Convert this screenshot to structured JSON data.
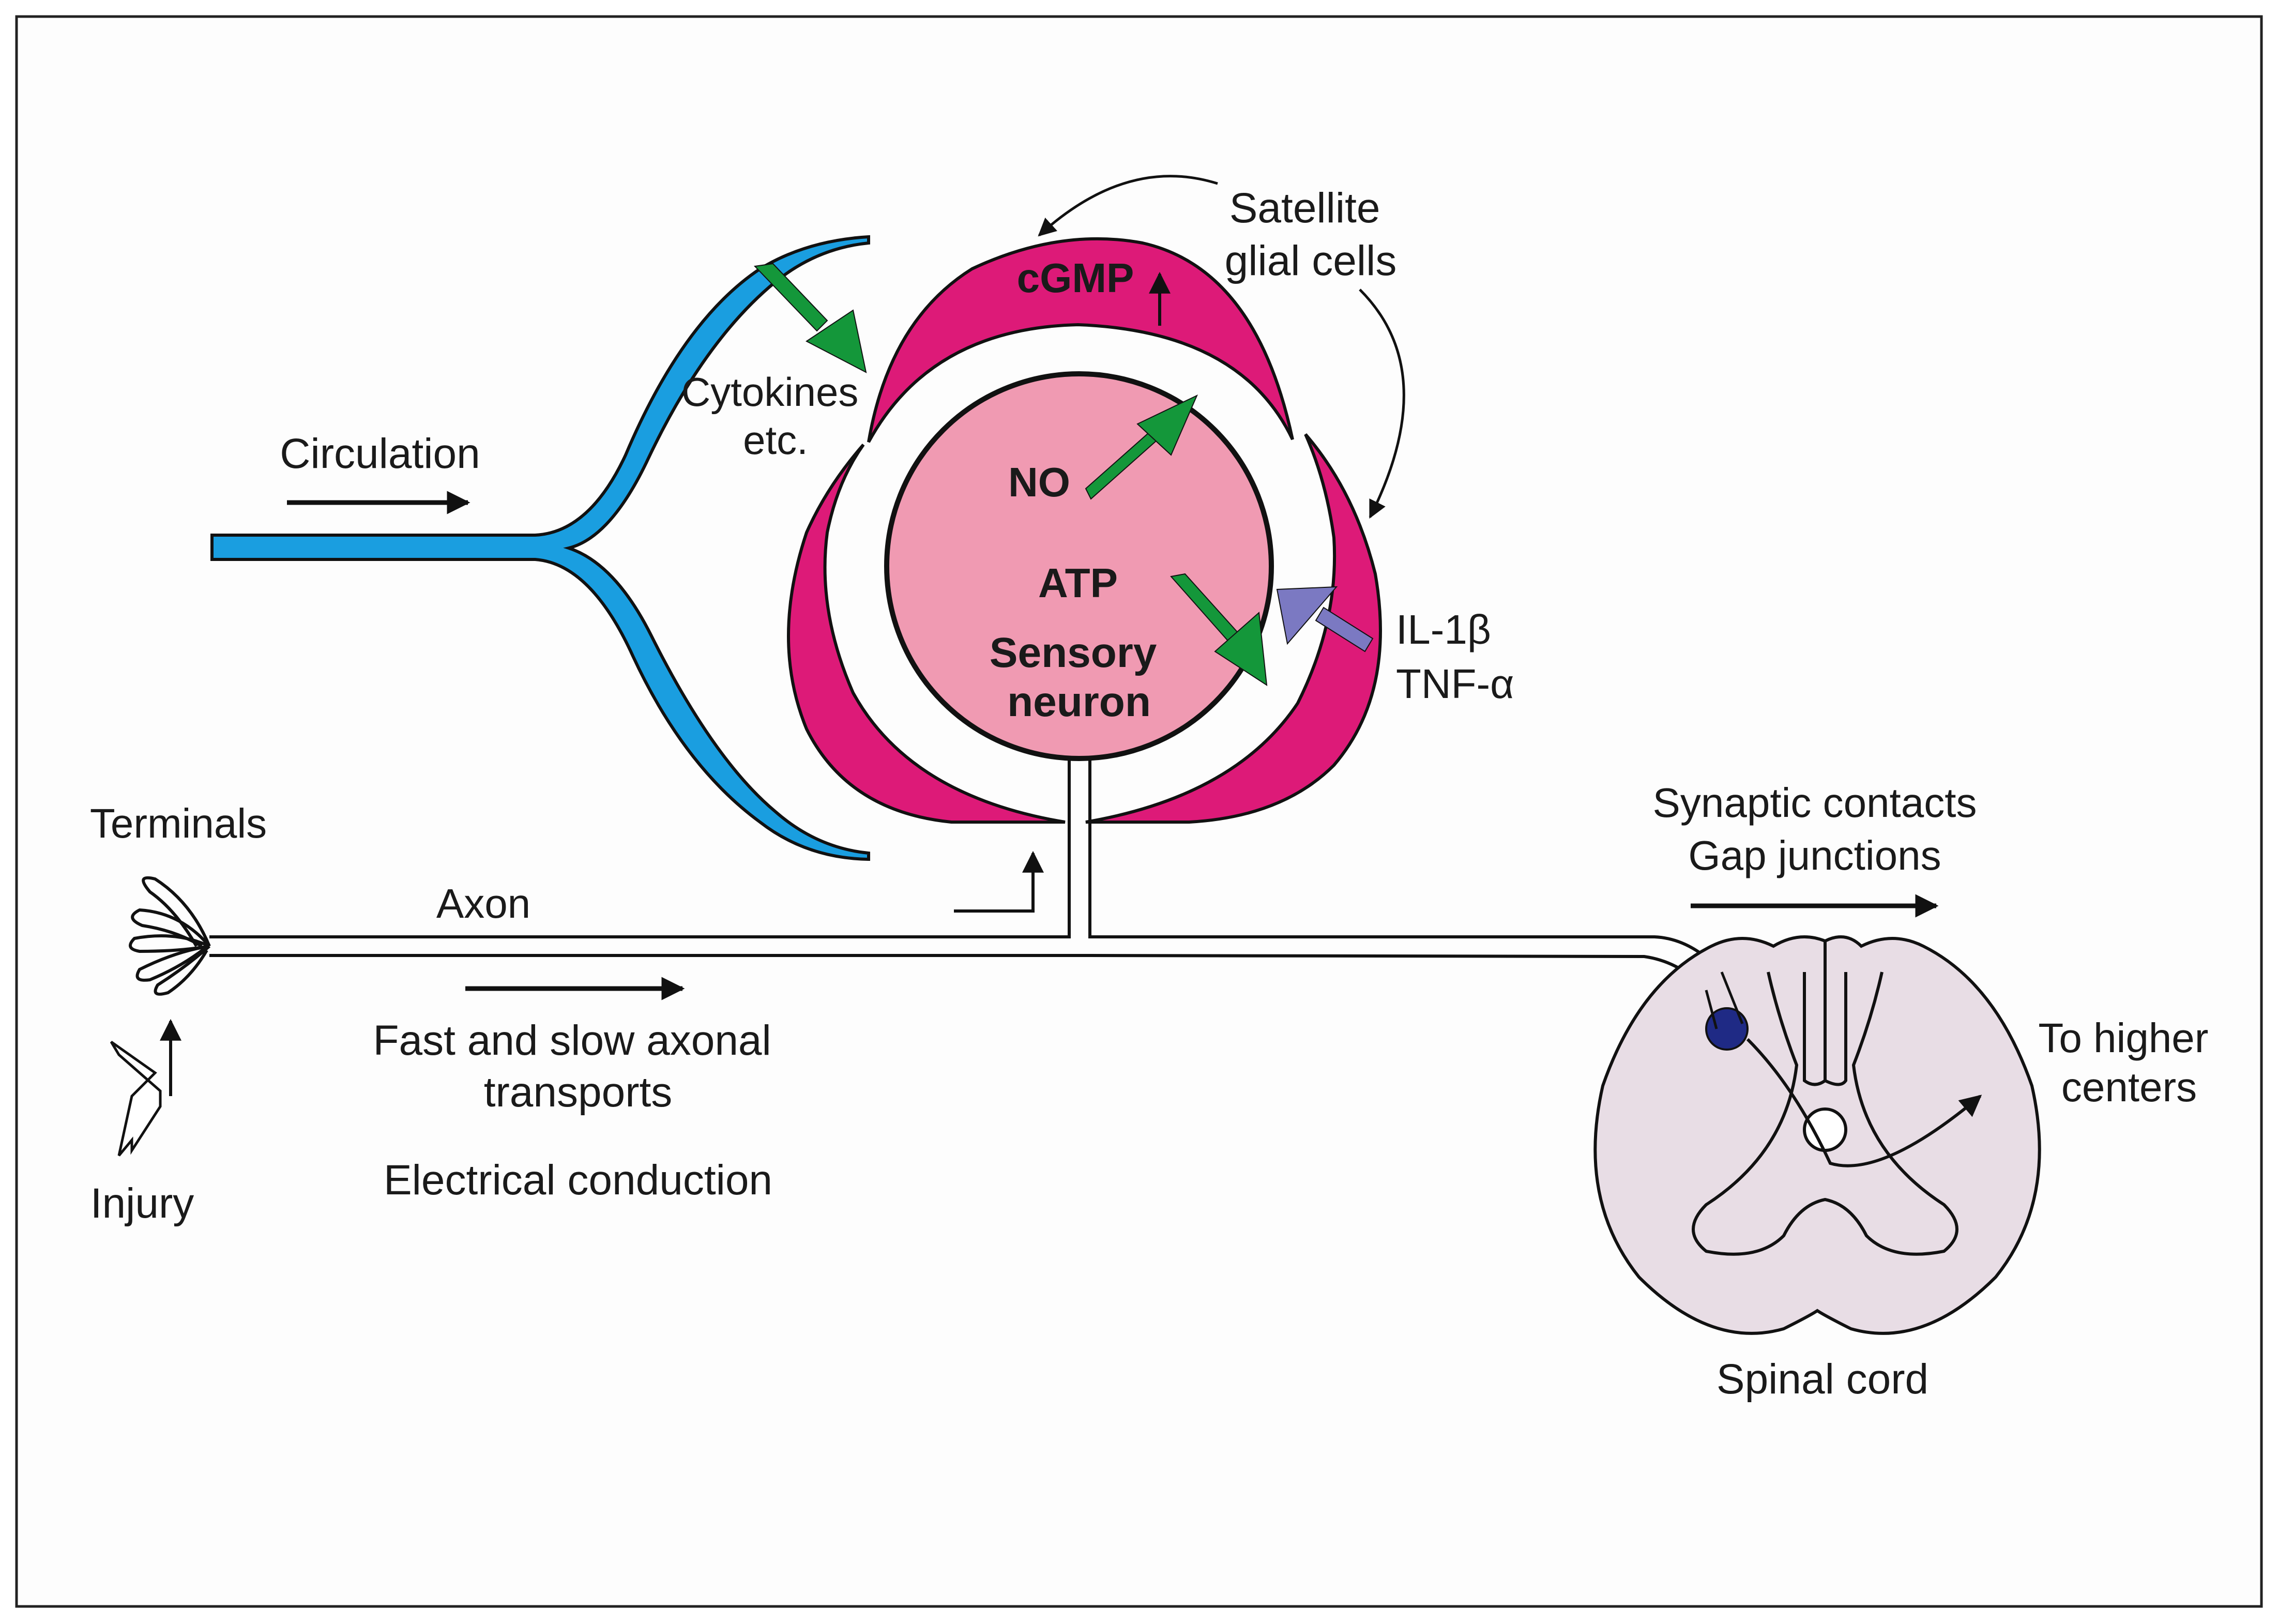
{
  "labels": {
    "satellite_line1": "Satellite",
    "satellite_line2": "glial cells",
    "cgmp": "cGMP",
    "cytokines_line1": "Cytokines",
    "cytokines_line2": "etc.",
    "circulation": "Circulation",
    "no": "NO",
    "atp": "ATP",
    "sensory_line1": "Sensory",
    "sensory_line2": "neuron",
    "il1b": "IL-1β",
    "tnfa": "TNF-α",
    "terminals": "Terminals",
    "axon": "Axon",
    "transport_line1": "Fast and slow axonal",
    "transport_line2": "transports",
    "electrical": "Electrical conduction",
    "injury": "Injury",
    "synaptic": "Synaptic contacts",
    "gap": "Gap junctions",
    "higher_line1": "To higher",
    "higher_line2": "centers",
    "spinal": "Spinal cord"
  },
  "colors": {
    "blood_vessel": "#1a9ee0",
    "satellite_glia": "#dd1a78",
    "neuron_body": "#f09ab2",
    "green_arrow": "#14973a",
    "purple_arrow": "#7b79c2",
    "spinal_fill": "#e8dde5",
    "dot": "#1f2a85"
  }
}
